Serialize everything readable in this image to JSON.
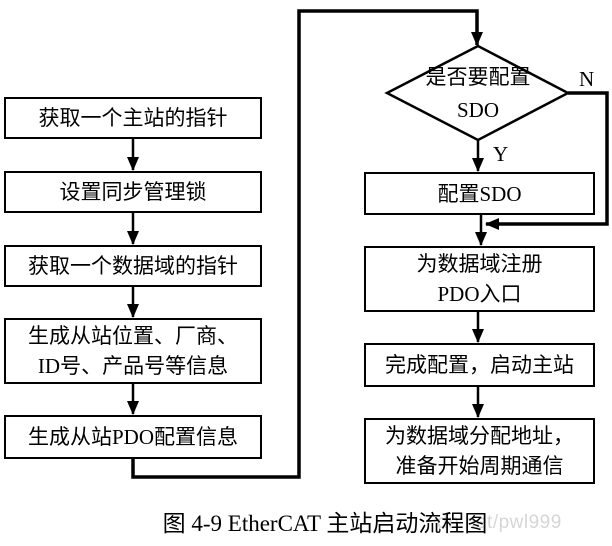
{
  "colors": {
    "ink": "#000000",
    "background": "#ffffff",
    "watermark_gray": "#d6d6d6"
  },
  "nodes": {
    "get_master_pointer": "获取一个主站的指针",
    "set_sync_lock": "设置同步管理锁",
    "get_domain_pointer": "获取一个数据域的指针",
    "gen_slave_info": {
      "line1": "生成从站位置、厂商、",
      "line2": "ID号、产品号等信息"
    },
    "gen_pdo_config": "生成从站PDO配置信息",
    "decision": {
      "line1": "是否要配置",
      "line2": "SDO"
    },
    "config_sdo": "配置SDO",
    "register_pdo": {
      "line1": "为数据域注册",
      "line2": "PDO入口"
    },
    "finish_start_master": "完成配置，启动主站",
    "assign_address": {
      "line1": "为数据域分配地址，",
      "line2": "准备开始周期通信"
    }
  },
  "branch_labels": {
    "no": "N",
    "yes": "Y"
  },
  "caption": "图 4-9 EtherCAT 主站启动流程图",
  "watermark": "dn.net/pwl999"
}
